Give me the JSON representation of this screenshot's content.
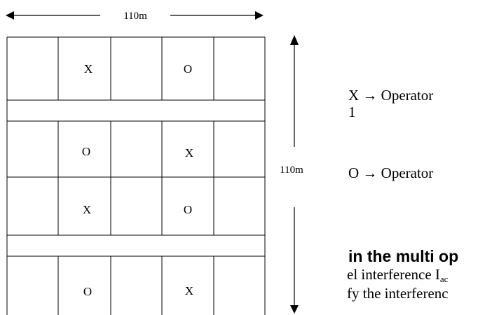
{
  "width_label": "110m",
  "height_label": "110m",
  "grid_rows": [
    [
      "",
      "X",
      "",
      "O",
      ""
    ],
    null,
    [
      "",
      "O",
      "",
      "X",
      ""
    ],
    [
      "",
      "X",
      "",
      "O",
      ""
    ],
    null,
    [
      "",
      "O",
      "",
      "X",
      ""
    ]
  ],
  "legend": {
    "x_line1": "X → Operator",
    "x_line2": "1",
    "o_line1": "O → Operator"
  },
  "heading": "in the multi op",
  "body": {
    "line1_prefix": "el interference I",
    "line1_subscript": "ac",
    "line2": "fy the interferenc"
  }
}
